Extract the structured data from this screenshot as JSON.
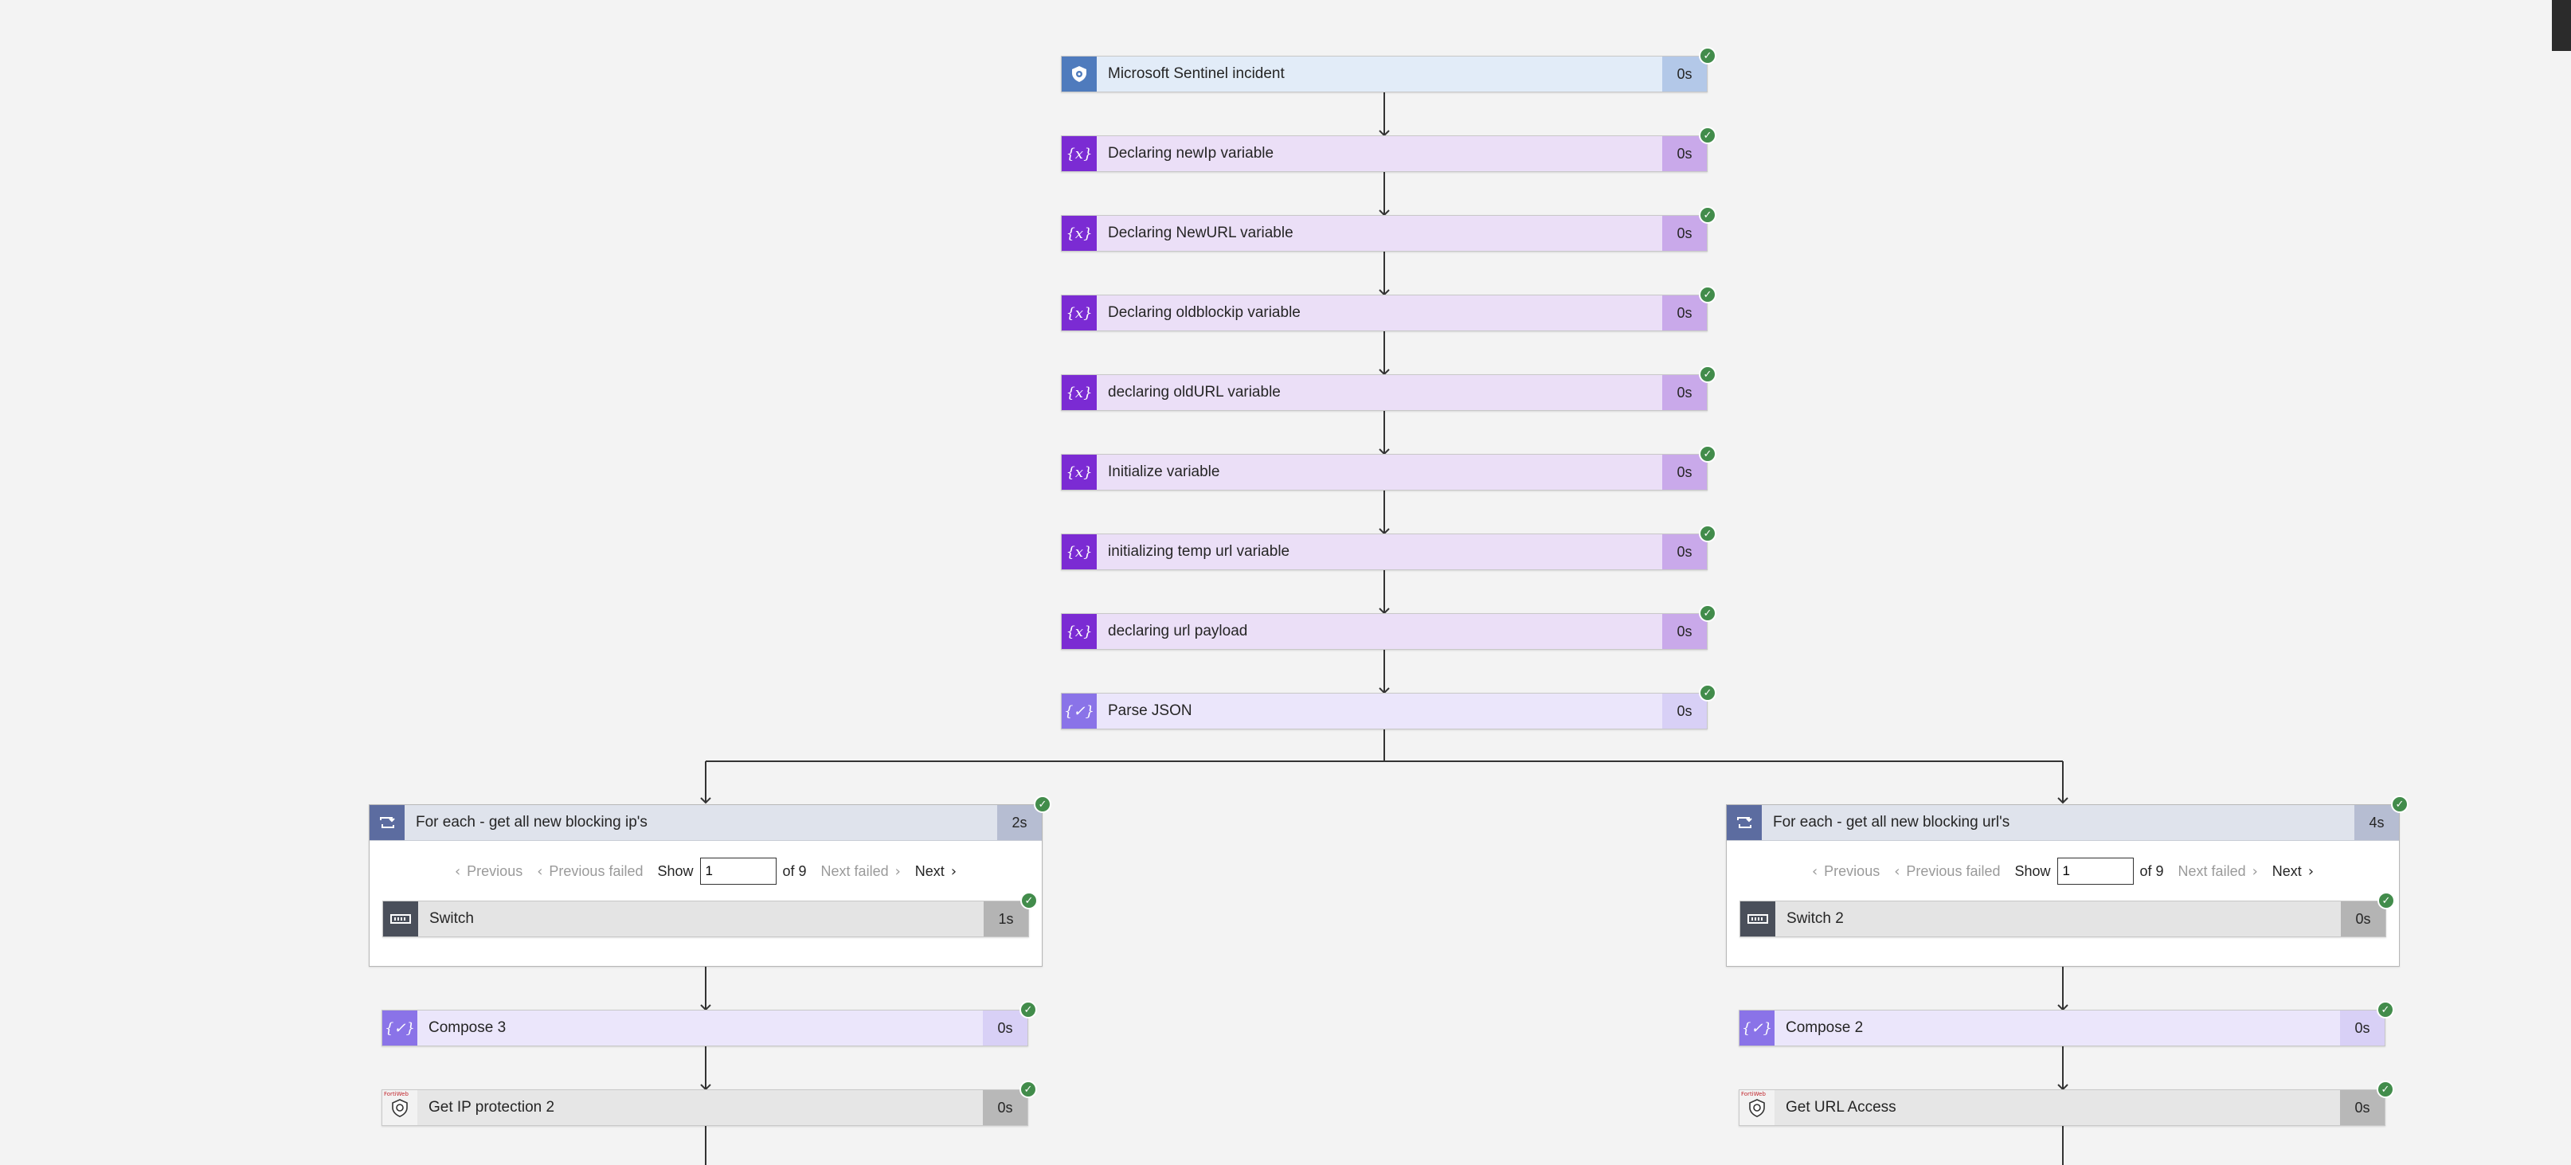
{
  "steps": {
    "s0": {
      "label": "Microsoft Sentinel incident",
      "duration": "0s"
    },
    "s1": {
      "label": "Declaring newIp variable",
      "duration": "0s"
    },
    "s2": {
      "label": "Declaring NewURL variable",
      "duration": "0s"
    },
    "s3": {
      "label": "Declaring oldblockip variable",
      "duration": "0s"
    },
    "s4": {
      "label": "declaring oldURL variable",
      "duration": "0s"
    },
    "s5": {
      "label": "Initialize variable",
      "duration": "0s"
    },
    "s6": {
      "label": "initializing temp url variable",
      "duration": "0s"
    },
    "s7": {
      "label": "declaring url payload",
      "duration": "0s"
    },
    "s8": {
      "label": "Parse JSON",
      "duration": "0s"
    }
  },
  "left_branch": {
    "foreach": {
      "label": "For each - get all new blocking ip's",
      "duration": "2s"
    },
    "pager": {
      "previous": "Previous",
      "previous_failed": "Previous failed",
      "show": "Show",
      "value": "1",
      "of": "of 9",
      "next_failed": "Next failed",
      "next": "Next"
    },
    "inner": {
      "label": "Switch",
      "duration": "1s"
    },
    "compose": {
      "label": "Compose 3",
      "duration": "0s"
    },
    "protect": {
      "label": "Get IP protection 2",
      "duration": "0s",
      "badge": "FortiWeb"
    }
  },
  "right_branch": {
    "foreach": {
      "label": "For each - get all new blocking url's",
      "duration": "4s"
    },
    "pager": {
      "previous": "Previous",
      "previous_failed": "Previous failed",
      "show": "Show",
      "value": "1",
      "of": "of 9",
      "next_failed": "Next failed",
      "next": "Next"
    },
    "inner": {
      "label": "Switch 2",
      "duration": "0s"
    },
    "compose": {
      "label": "Compose 2",
      "duration": "0s"
    },
    "protect": {
      "label": "Get URL Access",
      "duration": "0s",
      "badge": "FortiWeb"
    }
  },
  "icons": {
    "trigger": "sentinel-shield-icon",
    "variable": "variable-icon",
    "data_operation": "parse-json-icon",
    "foreach": "loop-icon",
    "switch": "switch-icon",
    "success": "checkmark-icon"
  },
  "colors": {
    "success": "#428c4b",
    "variable": "#7b2bd3",
    "trigger": "#4f7bbd",
    "data_operation": "#8a73e8",
    "foreach": "#5c6ca0"
  }
}
